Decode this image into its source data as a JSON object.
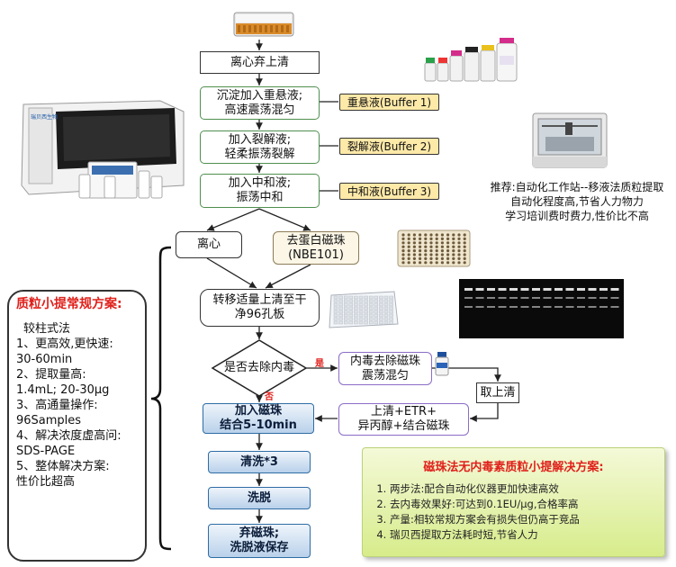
{
  "flow": {
    "discard_supernatant": "离心弃上清",
    "resuspend": [
      "沉淀加入重悬液;",
      "高速震荡混匀"
    ],
    "lyse": [
      "加入裂解液;",
      "轻柔振荡裂解"
    ],
    "neutralize": [
      "加入中和液;",
      "振荡中和"
    ],
    "centrifuge": "离心",
    "deprotein_beads": [
      "去蛋白磁珠",
      "(NBE101)"
    ],
    "transfer": [
      "转移适量上清至干",
      "净96孔板"
    ],
    "decision": "是否去除内毒",
    "yes_label": "是",
    "no_label": "否",
    "endotoxin_beads": [
      "内毒去除磁珠",
      "震荡混匀"
    ],
    "take_supernatant": "取上清",
    "supernatant_etr": [
      "上清+ETR+",
      "异丙醇+结合磁珠"
    ],
    "bind_beads": [
      "加入磁珠",
      "结合5-10min"
    ],
    "wash": "清洗*3",
    "elute": "洗脱",
    "discard_beads": [
      "弃磁珠;",
      "洗脱液保存"
    ]
  },
  "buffers": {
    "buffer1": "重悬液(Buffer 1)",
    "buffer2": "裂解液(Buffer 2)",
    "buffer3": "中和液(Buffer 3)"
  },
  "recommendation": {
    "lines": [
      "推荐:自动化工作站--移液法质粒提取",
      "自动化程度高,节省人力物力",
      "学习培训费时费力,性价比不高"
    ]
  },
  "left_panel": {
    "title": "质粒小提常规方案:",
    "lines": [
      "较柱式法",
      "1、更高效,更快速:",
      "30-60min",
      "2、提取量高:",
      "1.4mL; 20-30μg",
      "3、高通量操作:",
      "96Samples",
      "4、解决浓度虚高问:",
      "SDS-PAGE",
      "5、整体解决方案:",
      "性价比超高"
    ]
  },
  "solution_box": {
    "title": "磁珠法无内毒素质粒小提解决方案:",
    "items": [
      "两步法:配合自动化仪器更加快速高效",
      "去内毒效果好:可达到0.1EU/μg,合格率高",
      "产量:相较常规方案会有损失但仍高于竞品",
      "瑞贝西提取方法耗时短,节省人力"
    ]
  },
  "instrument_logo": "瑞贝西生物",
  "colors": {
    "red": "#e0201b",
    "green_border": "#4f8f4f",
    "buffer_fill": "#fde9a8",
    "blue_fill": "#b9d1ea",
    "purple_border": "#8b6cc7",
    "solution_fill": "#d7ec8b"
  }
}
